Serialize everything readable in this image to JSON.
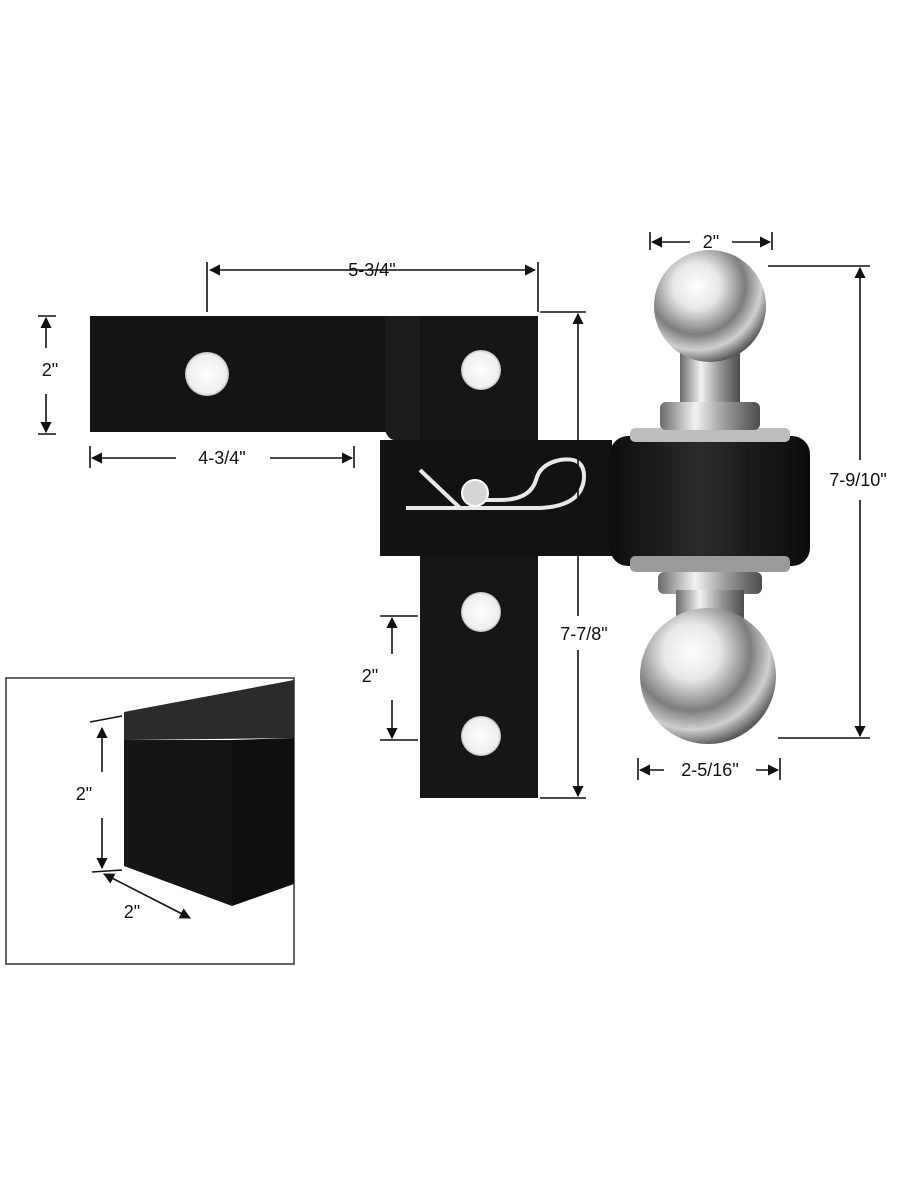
{
  "dimensions": {
    "shank_length_to_pin": "5-3/4\"",
    "shank_height": "2\"",
    "shank_length_to_edge": "4-3/4\"",
    "ball_top_diameter": "2\"",
    "overall_height_ball": "7-9/10\"",
    "bracket_height": "7-7/8\"",
    "hole_spacing": "2\"",
    "ball_bottom_diameter": "2-5/16\"",
    "inset_height": "2\"",
    "inset_width": "2\""
  },
  "colors": {
    "steel_black": "#141414",
    "chrome": "#d9d9d9",
    "line": "#111111"
  }
}
